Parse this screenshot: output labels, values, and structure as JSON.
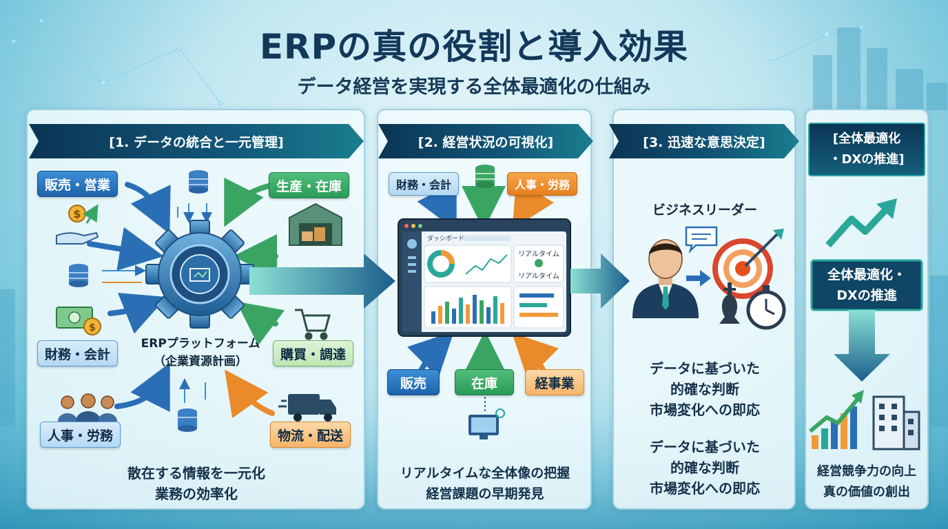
{
  "header": {
    "title": "ERPの真の役割と導入効果",
    "subtitle": "データ経営を実現する全体最適化の仕組み"
  },
  "section1": {
    "banner": "[1. データの統合と一元管理]",
    "tags": {
      "sales": "販売・営業",
      "finance": "財務・会計",
      "hr": "人事・労務",
      "production": "生産・在庫",
      "purchasing": "購買・調達",
      "logistics": "物流・配送"
    },
    "platform_line1": "ERPプラットフォーム",
    "platform_line2": "（企業資源計画）",
    "caption_line1": "散在する情報を一元化",
    "caption_line2": "業務の効率化"
  },
  "section2": {
    "banner": "[2. 経営状況の可視化]",
    "tags": {
      "finance": "財務・会計",
      "hr": "人事・労務",
      "sales": "販売",
      "inventory": "在庫",
      "expenses": "経事業"
    },
    "dashboard": {
      "title": "ダッシボード",
      "realtime1": "リアルタイム",
      "realtime2": "リアルタイム"
    },
    "caption_line1": "リアルタイムな全体像の把握",
    "caption_line2": "経営課題の早期発見"
  },
  "section3": {
    "banner": "[3. 迅速な意思決定]",
    "leader_label": "ビジネスリーダー",
    "block1": [
      "データに基づいた",
      "的確な判断",
      "市場変化への即応"
    ],
    "block2": [
      "データに基づいた",
      "的確な判断",
      "市場変化への即応"
    ]
  },
  "section4": {
    "banner_line1": "[全体最適化",
    "banner_line2": "・DXの推進]",
    "box_line1": "全体最適化・",
    "box_line2": "DXの推進",
    "caption_line1": "経営競争力の向上",
    "caption_line2": "真の価値の創出"
  },
  "colors": {
    "navy": "#0b3554",
    "teal": "#1a7e8f",
    "blue": "#1d63ab",
    "green": "#2b9a58",
    "orange": "#e5801f"
  }
}
